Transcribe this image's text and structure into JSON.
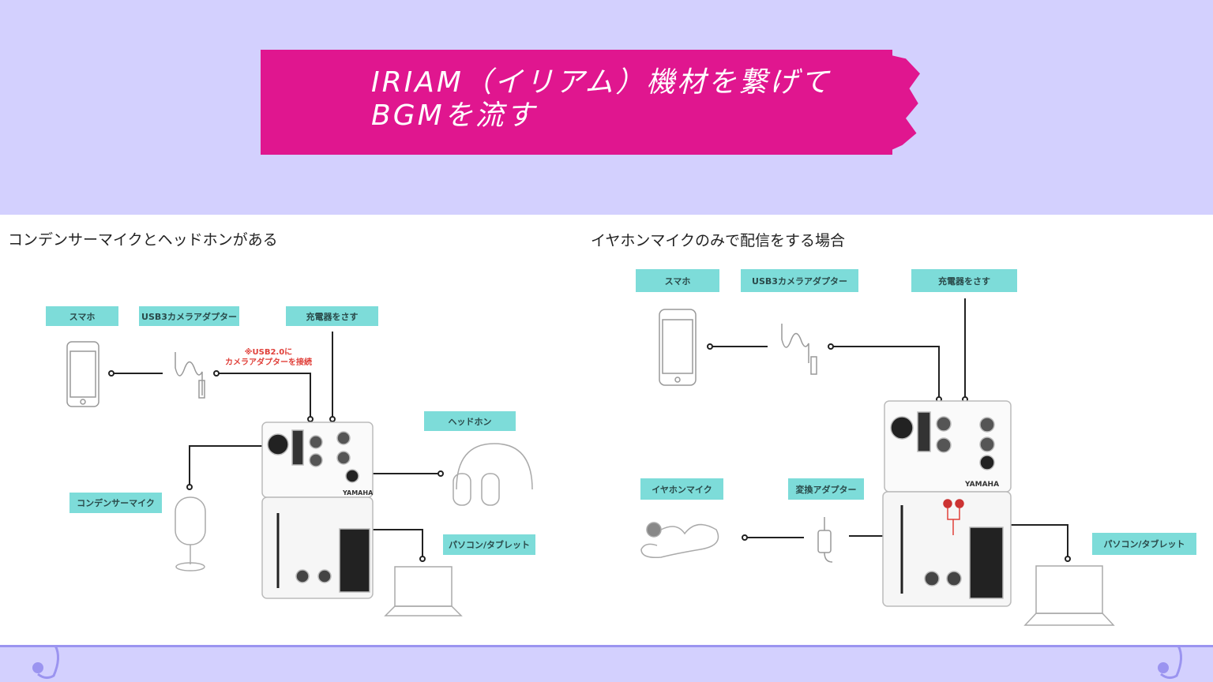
{
  "title": {
    "line1": "IRIAM（イリアム）機材を繋げて",
    "line2": "BGMを流す"
  },
  "left": {
    "heading": "コンデンサーマイクとヘッドホンがある",
    "labels": {
      "phone": "スマホ",
      "adapter": "USB3カメラアダプター",
      "charger": "充電器をさす",
      "headphones": "ヘッドホン",
      "mic": "コンデンサーマイク",
      "pc": "パソコン/タブレット"
    },
    "note_line1": "※USB2.0に",
    "note_line2": "カメラアダプターを接続"
  },
  "right": {
    "heading": "イヤホンマイクのみで配信をする場合",
    "labels": {
      "phone": "スマホ",
      "adapter": "USB3カメラアダプター",
      "charger": "充電器をさす",
      "earphone_mic": "イヤホンマイク",
      "converter": "変換アダプター",
      "pc": "パソコン/タブレット"
    }
  },
  "mixer_brand": "YAMAHA",
  "colors": {
    "background": "#d3d0fe",
    "banner": "#e0168f",
    "label": "#7ddcd9",
    "note": "#e0403a",
    "accent_line": "#9b94f0"
  }
}
